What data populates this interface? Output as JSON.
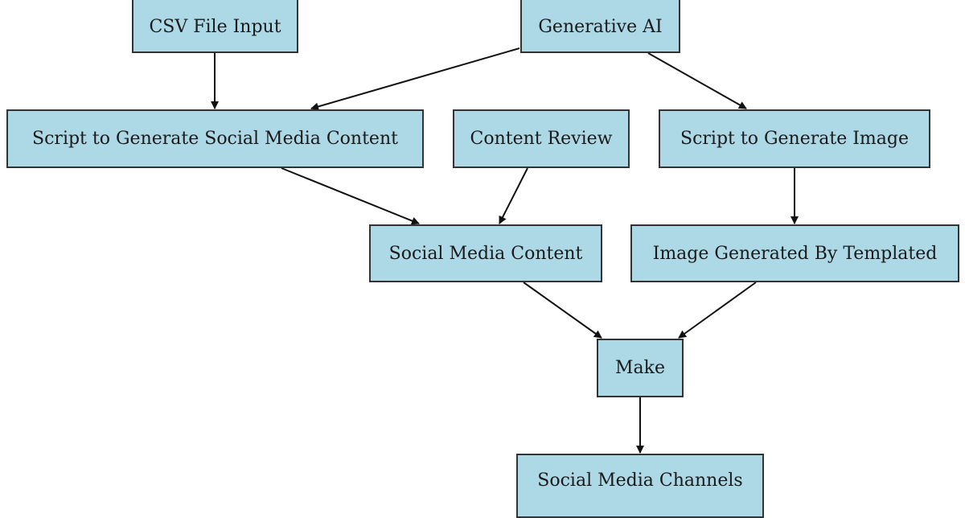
{
  "diagram": {
    "type": "flowchart",
    "node_fill": "#add8e6",
    "node_border": "#333333",
    "edge_color": "#111111",
    "nodes": [
      {
        "id": "csv",
        "label": "CSV File Input"
      },
      {
        "id": "genai",
        "label": "Generative AI"
      },
      {
        "id": "script_social",
        "label": "Script to Generate Social Media Content"
      },
      {
        "id": "review",
        "label": "Content Review"
      },
      {
        "id": "script_image",
        "label": "Script to Generate Image"
      },
      {
        "id": "social_content",
        "label": "Social Media Content"
      },
      {
        "id": "image_templated",
        "label": "Image Generated By Templated"
      },
      {
        "id": "make",
        "label": "Make"
      },
      {
        "id": "channels",
        "label": "Social Media Channels"
      }
    ],
    "edges": [
      {
        "from": "csv",
        "to": "script_social"
      },
      {
        "from": "genai",
        "to": "script_social"
      },
      {
        "from": "genai",
        "to": "script_image"
      },
      {
        "from": "script_social",
        "to": "social_content"
      },
      {
        "from": "review",
        "to": "social_content"
      },
      {
        "from": "script_image",
        "to": "image_templated"
      },
      {
        "from": "social_content",
        "to": "make"
      },
      {
        "from": "image_templated",
        "to": "make"
      },
      {
        "from": "make",
        "to": "channels"
      }
    ]
  }
}
